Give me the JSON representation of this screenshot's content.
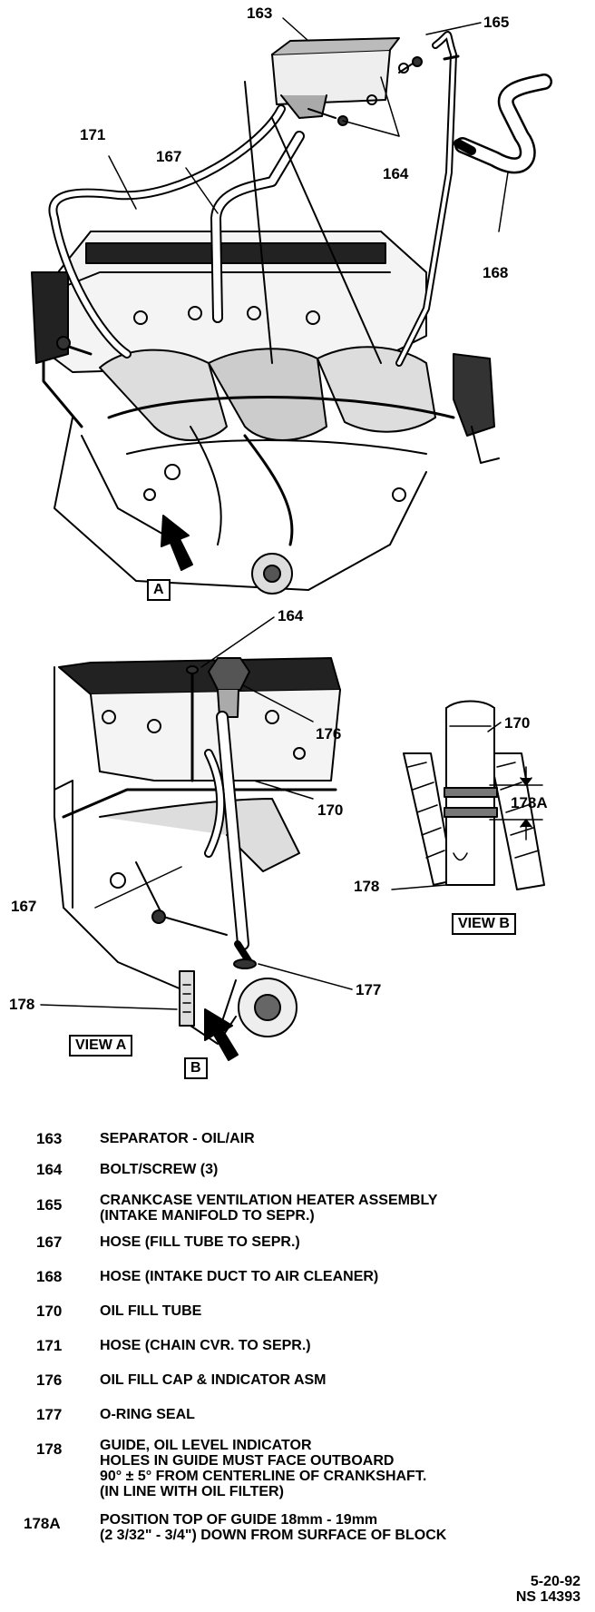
{
  "callouts": {
    "top": {
      "n163": "163",
      "n165": "165",
      "n164": "164",
      "n171": "171",
      "n167": "167",
      "n168": "168",
      "view_marker": "A"
    },
    "view_a": {
      "n164": "164",
      "n176": "176",
      "n170": "170",
      "n167": "167",
      "n178": "178",
      "n177": "177",
      "view_label": "VIEW A",
      "view_marker": "B"
    },
    "view_b": {
      "n170": "170",
      "n178A": "178A",
      "n178": "178",
      "view_label": "VIEW B"
    }
  },
  "legend": [
    {
      "num": "163",
      "lines": [
        "SEPARATOR - OIL/AIR"
      ]
    },
    {
      "num": "164",
      "lines": [
        "BOLT/SCREW (3)"
      ]
    },
    {
      "num": "165",
      "lines": [
        "CRANKCASE VENTILATION HEATER ASSEMBLY",
        "(INTAKE MANIFOLD TO SEPR.)"
      ]
    },
    {
      "num": "167",
      "lines": [
        "HOSE (FILL TUBE TO SEPR.)"
      ]
    },
    {
      "num": "168",
      "lines": [
        "HOSE (INTAKE DUCT TO AIR CLEANER)"
      ]
    },
    {
      "num": "170",
      "lines": [
        "OIL FILL TUBE"
      ]
    },
    {
      "num": "171",
      "lines": [
        "HOSE (CHAIN CVR. TO SEPR.)"
      ]
    },
    {
      "num": "176",
      "lines": [
        "OIL FILL CAP & INDICATOR ASM"
      ]
    },
    {
      "num": "177",
      "lines": [
        "O-RING SEAL"
      ]
    },
    {
      "num": "178",
      "lines": [
        "GUIDE, OIL LEVEL INDICATOR",
        "HOLES IN GUIDE MUST FACE OUTBOARD",
        "90° ± 5° FROM CENTERLINE OF CRANKSHAFT.",
        "(IN LINE WITH OIL FILTER)"
      ]
    },
    {
      "num": "178A",
      "lines": [
        "POSITION TOP OF GUIDE 18mm - 19mm",
        "(2 3/32\" - 3/4\") DOWN FROM SURFACE OF BLOCK"
      ]
    }
  ],
  "footer": {
    "date": "5-20-92",
    "code": "NS 14393"
  }
}
